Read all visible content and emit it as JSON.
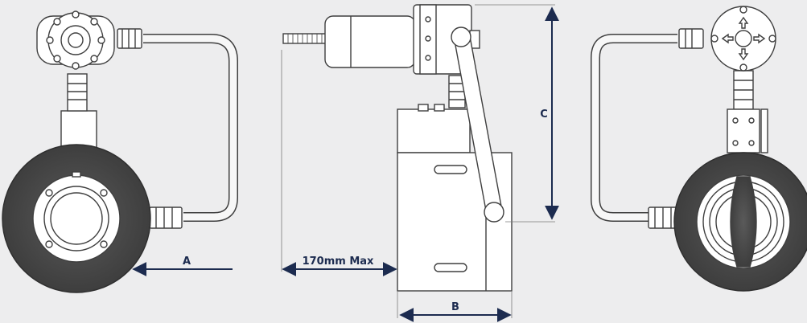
{
  "dimensions": {
    "a_label": "A",
    "b_label": "B",
    "c_label": "C",
    "max_label": "170mm Max"
  },
  "colors": {
    "background": "#ededee",
    "line": "#3f3f3f",
    "fill": "#ffffff",
    "body_dark": "#4a4a4a",
    "dimension": "#1c2b4f"
  }
}
